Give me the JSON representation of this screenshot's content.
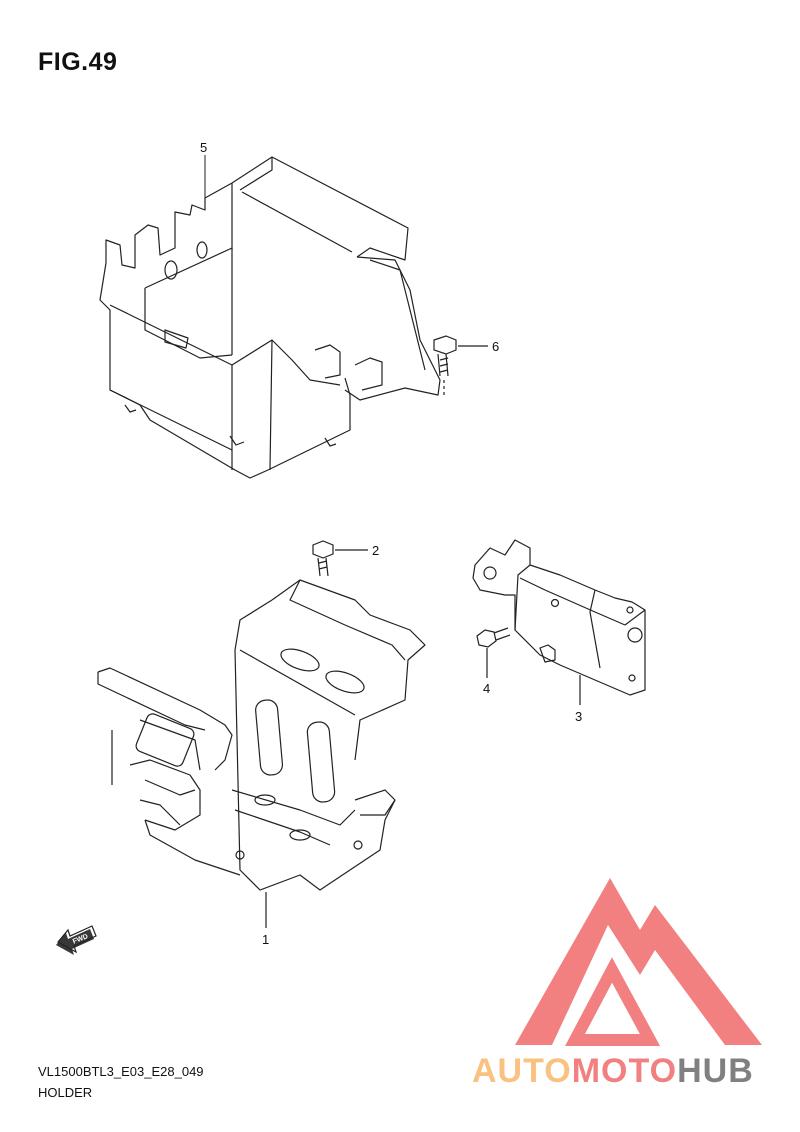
{
  "title": "FIG.49",
  "callouts": [
    "5",
    "6",
    "2",
    "3",
    "4",
    "1"
  ],
  "fwd_arrow": "FWD",
  "footer": {
    "model_code": "VL1500BTL3_E03_E28_049",
    "section_name": "HOLDER"
  },
  "watermark": {
    "brand_text": "AUTOMOTOHUB",
    "part_auto": "AUTO",
    "part_moto": "MOTO",
    "part_hub": "HUB"
  },
  "colors": {
    "line": "#222222",
    "watermark_red": "#f06a6a",
    "watermark_orange": "#f8b86a",
    "watermark_gray": "#6a6a6a"
  }
}
